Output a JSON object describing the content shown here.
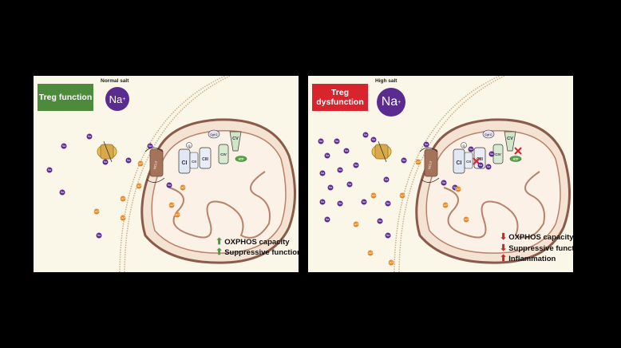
{
  "panels": [
    {
      "tag": "Treg function",
      "tag_color": "#4e8a3c",
      "salt_label": "Normal salt",
      "ion_symbol": "Na",
      "ion_charge": "+",
      "complexes": {
        "ci": "CI",
        "q": "Q",
        "cii": "CII",
        "ciii": "CIII",
        "cytc": "Cyt C",
        "civ": "CIV",
        "cv": "CV",
        "atp": "ATP"
      },
      "transporter_label": "NCLX",
      "outcomes": [
        {
          "arrow": "up",
          "text": "OXPHOS capacity"
        },
        {
          "arrow": "up",
          "text": "Suppressive function"
        }
      ]
    },
    {
      "tag": "Treg dysfunction",
      "tag_color": "#d8242c",
      "salt_label": "High salt",
      "ion_symbol": "Na",
      "ion_charge": "+",
      "complexes": {
        "ci": "CI",
        "q": "Q",
        "cii": "CII",
        "ciii": "CIII",
        "cytc": "Cyt C",
        "civ": "CIV",
        "cv": "CV",
        "atp": "ATP"
      },
      "transporter_label": "NCLX",
      "outcomes": [
        {
          "arrow": "down",
          "text": "OXPHOS capacity"
        },
        {
          "arrow": "down",
          "text": "Suppressive function"
        },
        {
          "arrow": "up",
          "text": "Inflammation"
        }
      ]
    }
  ],
  "ion_labels": {
    "sodium": "Na",
    "calcium": "Ca2+"
  },
  "colors": {
    "sodium": "#5b2c8f",
    "calcium": "#e08a2c",
    "membrane": "#b89a74",
    "mito_outer": "#8a5a4a",
    "inhibition": "#d8242c"
  }
}
